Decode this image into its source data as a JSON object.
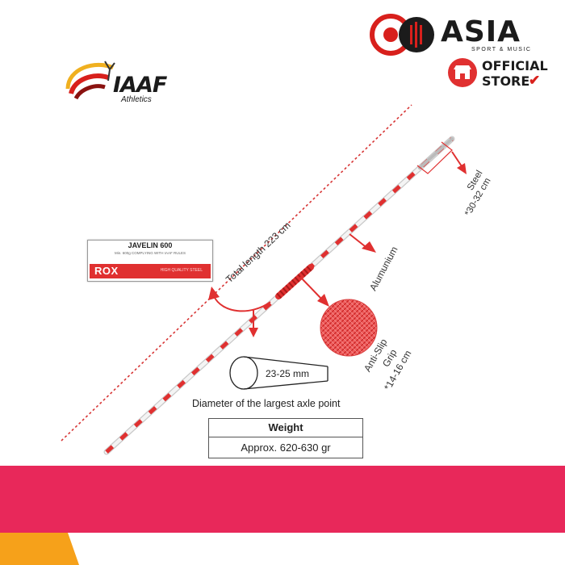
{
  "logos": {
    "iaaf": {
      "name": "IAAF",
      "subtitle": "Athletics"
    },
    "asia": {
      "name": "ASIA",
      "tagline": "SPORT & MUSIC"
    },
    "official_store": {
      "line1": "OFFICIAL",
      "line2": "STORE"
    }
  },
  "product_label": {
    "name": "JAVELIN 600",
    "subline": "Min. 600g COMPLYING WITH IAAF RULES",
    "brand": "ROX",
    "quality": "HIGH QUALITY STEEL"
  },
  "labels": {
    "total_length": "Total length 223 cm",
    "steel": "Steel",
    "steel_length": "*30-32 cm",
    "aluminium": "Alumunium",
    "grip": "Anti-Slip",
    "grip2": "Grip",
    "grip_length": "*14-16 cm",
    "diameter_value": "23-25 mm",
    "diameter_caption": "Diameter of the largest axle point"
  },
  "weight": {
    "header": "Weight",
    "value": "Approx. 620-630 gr"
  },
  "colors": {
    "accent_red": "#e03030",
    "banner_pink": "#e8285a",
    "banner_orange": "#f6a11a",
    "dark": "#222222"
  }
}
